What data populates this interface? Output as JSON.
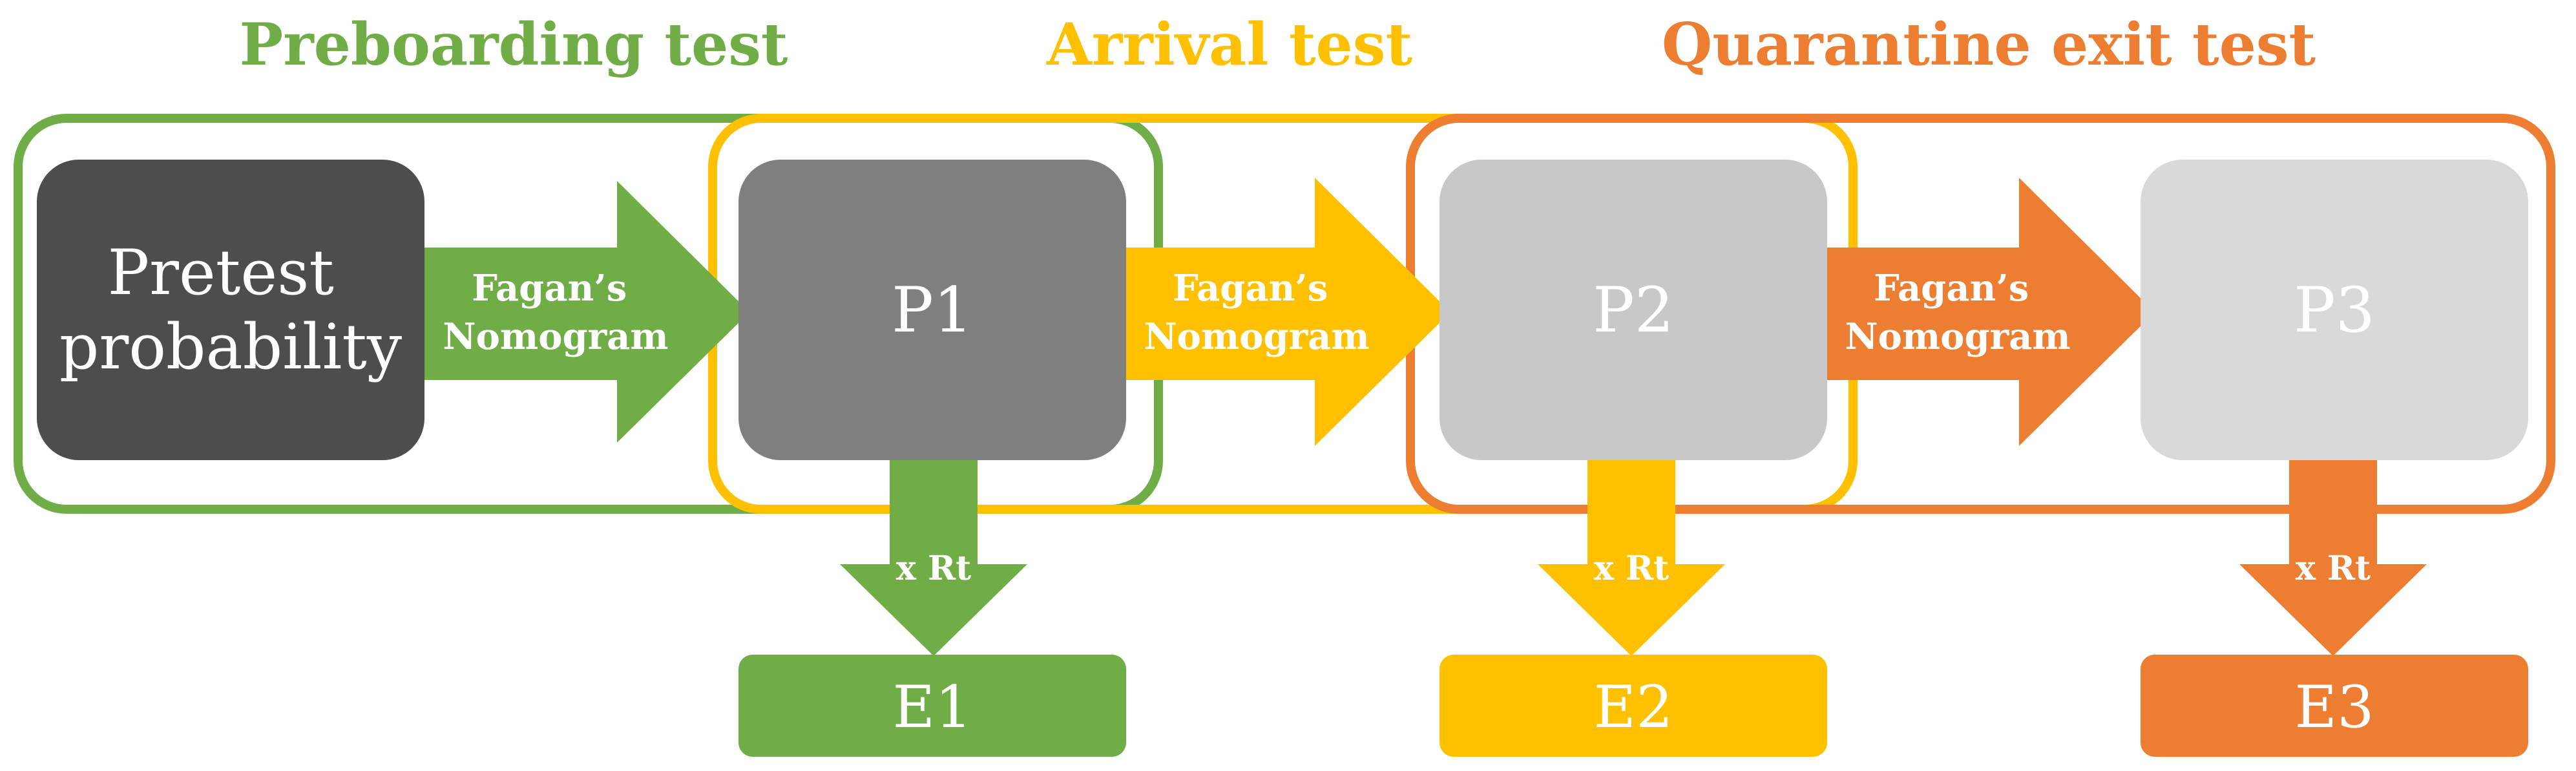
{
  "colors": {
    "green": "#70ad47",
    "yellow": "#ffc000",
    "orange": "#ed7d31",
    "pretest_fill": "#4d4d4d",
    "p1_fill": "#7f7f7f",
    "p2_fill": "#c8c8c8",
    "p3_fill": "#d9d9d9",
    "white": "#ffffff"
  },
  "stages": [
    {
      "title": "Preboarding test",
      "color": "green"
    },
    {
      "title": "Arrival test",
      "color": "yellow"
    },
    {
      "title": "Quarantine exit test",
      "color": "orange"
    }
  ],
  "nodes": {
    "pretest": {
      "line1": "Pretest",
      "line2": "probability"
    },
    "p1": {
      "label": "P1"
    },
    "p2": {
      "label": "P2"
    },
    "p3": {
      "label": "P3"
    }
  },
  "arrows": {
    "fagan": {
      "line1": "Fagan’s",
      "line2": "Nomogram"
    },
    "rt": {
      "label": "x Rt"
    }
  },
  "outputs": {
    "e1": {
      "label": "E1"
    },
    "e2": {
      "label": "E2"
    },
    "e3": {
      "label": "E3"
    }
  }
}
